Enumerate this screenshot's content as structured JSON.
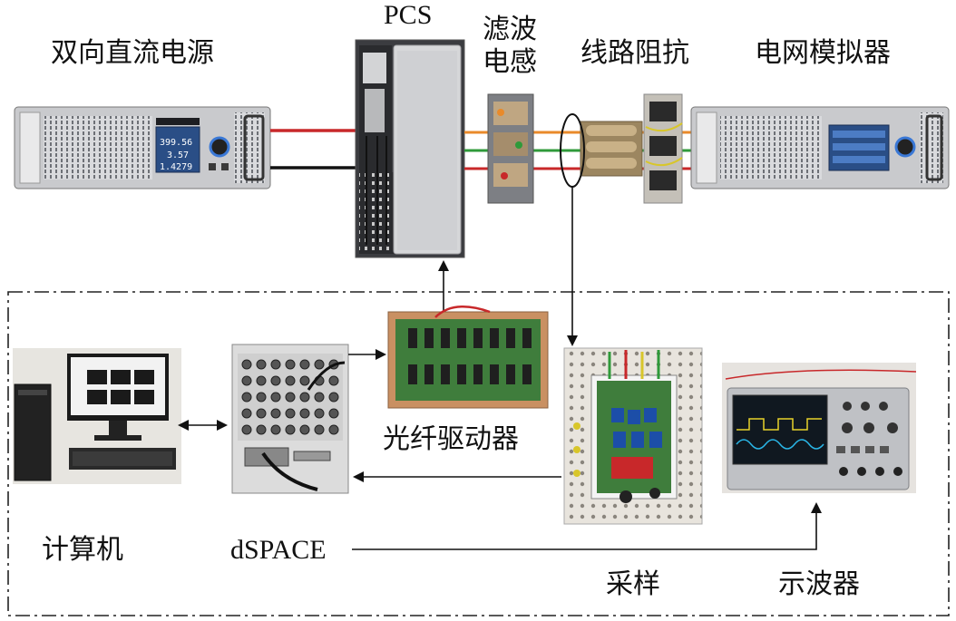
{
  "labels": {
    "dc_source": "双向直流电源",
    "pcs": "PCS",
    "filter_inductor_l1": "滤波",
    "filter_inductor_l2": "电感",
    "line_impedance": "线路阻抗",
    "grid_simulator": "电网模拟器",
    "fiber_driver": "光纤驱动器",
    "computer": "计算机",
    "dspace": "dSPACE",
    "sampling": "采样",
    "oscilloscope": "示波器"
  },
  "device_screen": {
    "readout_1": "399.56",
    "readout_2": "3.57",
    "readout_3": "1.4279"
  },
  "colors": {
    "wire_red": "#c8282a",
    "wire_black": "#111111",
    "wire_orange": "#e98a2a",
    "wire_green": "#2f9a3a",
    "screen_blue": "#2a4e86",
    "pcb_green": "#3f7d3c"
  }
}
